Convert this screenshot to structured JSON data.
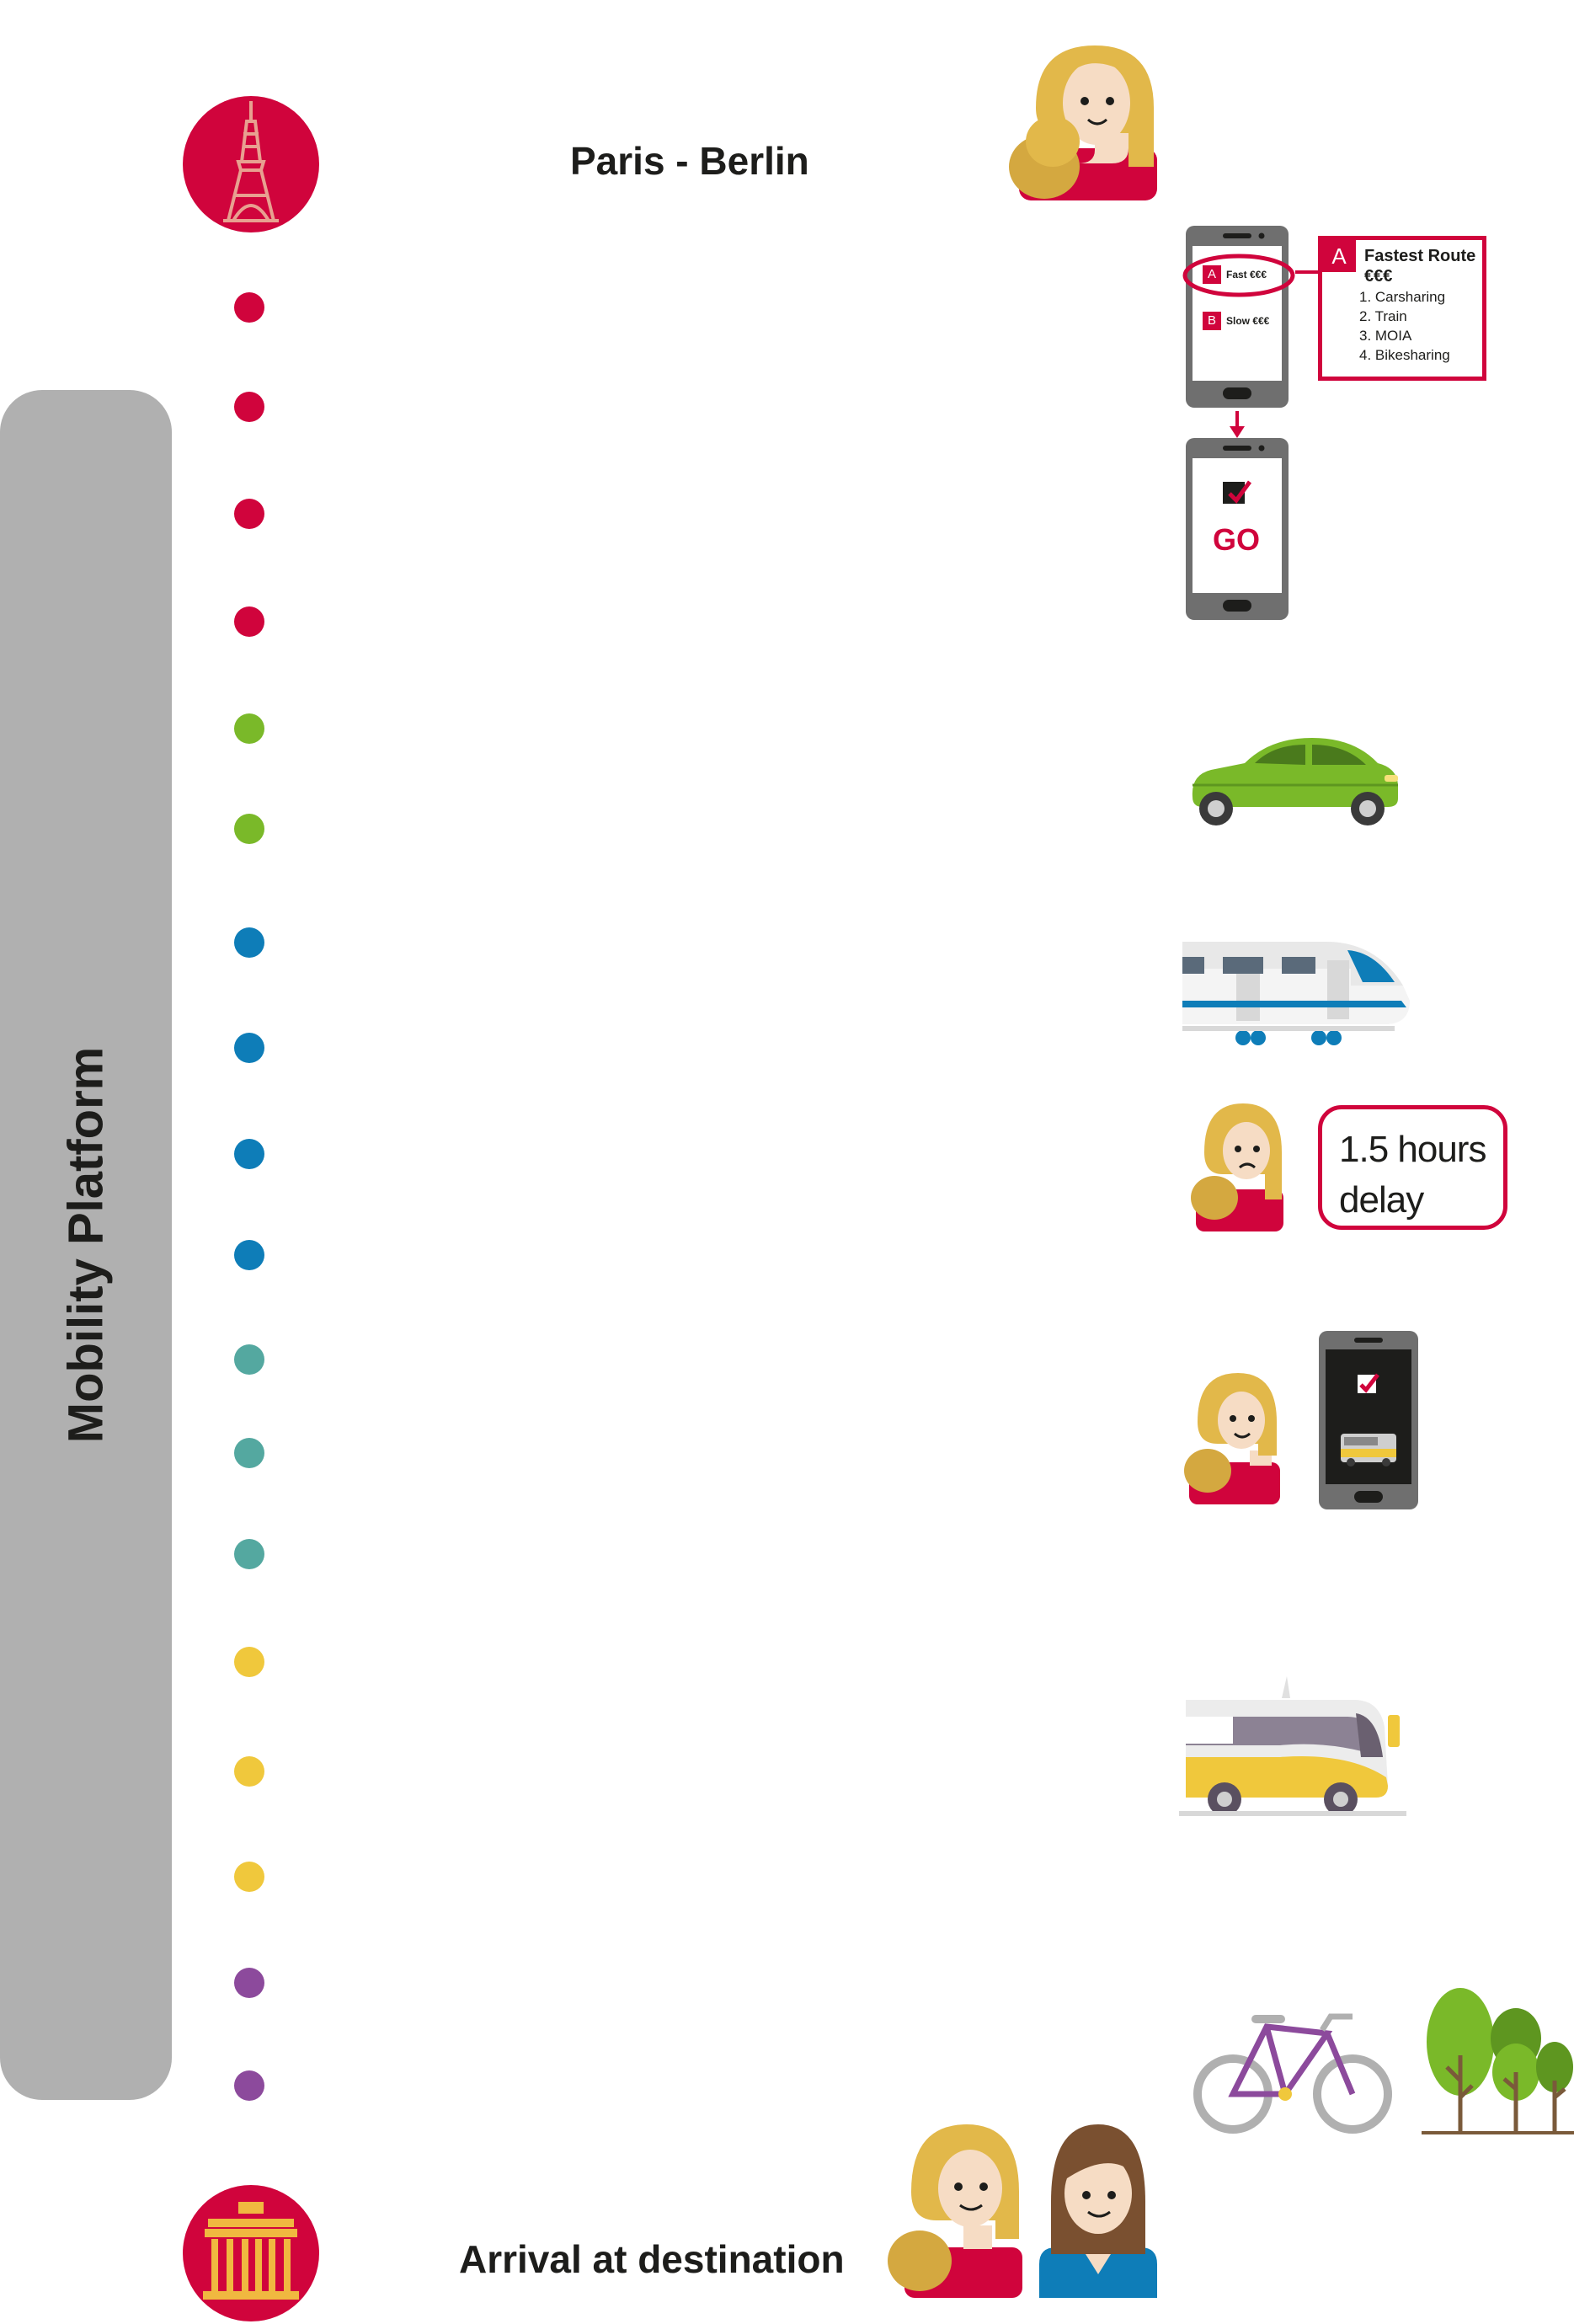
{
  "header": {
    "title": "Paris - Berlin"
  },
  "footer": {
    "title": "Arrival at destination"
  },
  "sidebar": {
    "label": "Mobility Platform"
  },
  "colors": {
    "accent_red": "#d0043c",
    "green": "#7ab929",
    "blue": "#0e7db8",
    "teal": "#54a8a0",
    "yellow": "#f0c83c",
    "purple": "#8c4a9c",
    "gray": "#b0b0b0"
  },
  "phone_select": {
    "option_a_letter": "A",
    "option_a_label": "Fast €€€",
    "option_b_letter": "B",
    "option_b_label": "Slow €€€"
  },
  "route_box": {
    "letter": "A",
    "title": "Fastest Route",
    "price": "€€€",
    "items": [
      "1. Carsharing",
      "2. Train",
      "3. MOIA",
      "4. Bikesharing"
    ]
  },
  "phone_go": {
    "label": "GO"
  },
  "delay": {
    "line1": "1.5 hours",
    "line2": "delay"
  },
  "icons": {
    "start": "eiffel-tower-icon",
    "end": "brandenburg-gate-icon",
    "car": "car-icon",
    "train": "train-icon",
    "bus": "bus-icon",
    "bike": "bicycle-icon",
    "trees": "trees-icon"
  }
}
